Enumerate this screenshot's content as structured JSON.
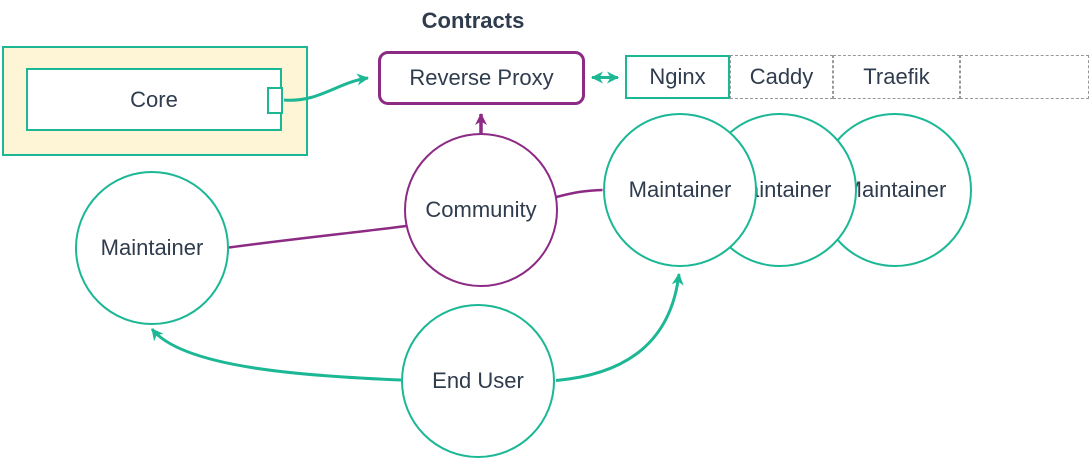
{
  "title": "Contracts",
  "nodes": {
    "core": {
      "label": "Core"
    },
    "reverse_proxy": {
      "label": "Reverse Proxy"
    },
    "community": {
      "label": "Community"
    },
    "maintainer_left": {
      "label": "Maintainer"
    },
    "maintainers_right": [
      {
        "label": "Maintainer"
      },
      {
        "label": "Maintainer"
      },
      {
        "label": "Maintainer"
      }
    ],
    "end_user": {
      "label": "End User"
    }
  },
  "proxy_table": {
    "cells": [
      "Nginx",
      "Caddy",
      "Traefik",
      ""
    ]
  },
  "edges": [
    {
      "from": "core",
      "to": "reverse_proxy",
      "color": "teal",
      "arrow": "end"
    },
    {
      "from": "reverse_proxy",
      "to": "nginx-cell",
      "color": "teal",
      "arrow": "both"
    },
    {
      "from": "community",
      "to": "reverse_proxy",
      "color": "purple",
      "arrow": "end"
    },
    {
      "from": "community",
      "to": "maintainer_left",
      "color": "purple",
      "arrow": "none"
    },
    {
      "from": "community",
      "to": "maintainer_right_1",
      "color": "purple",
      "arrow": "none"
    },
    {
      "from": "end_user",
      "to": "maintainer_left",
      "color": "teal",
      "arrow": "end"
    },
    {
      "from": "end_user",
      "to": "maintainer_right_1",
      "color": "teal",
      "arrow": "end"
    }
  ],
  "colors": {
    "teal": "#1cb795",
    "purple": "#8c2a84",
    "text": "#2f3c4e",
    "core_fill": "#fdf5d6",
    "dashed_border": "#999999"
  }
}
